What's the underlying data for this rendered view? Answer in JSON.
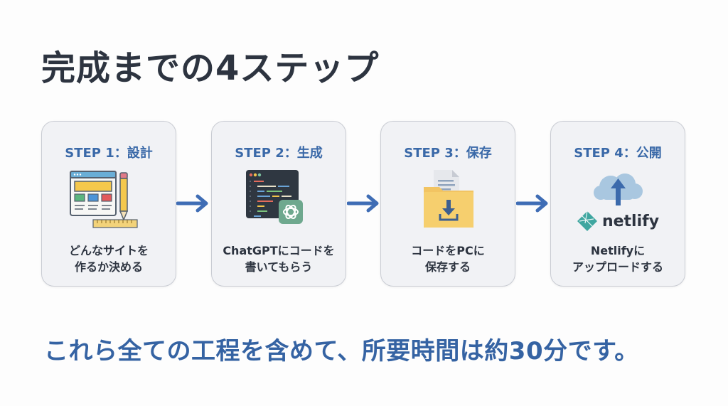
{
  "title": "完成までの4ステップ",
  "steps": [
    {
      "label": "STEP 1：設計",
      "icon": "web-design-icon",
      "desc_line1": "どんなサイトを",
      "desc_line2": "作るか決める"
    },
    {
      "label": "STEP 2：生成",
      "icon": "code-editor-chatgpt-icon",
      "desc_line1": "ChatGPTにコードを",
      "desc_line2": "書いてもらう"
    },
    {
      "label": "STEP 3：保存",
      "icon": "folder-download-icon",
      "desc_line1": "コードをPCに",
      "desc_line2": "保存する"
    },
    {
      "label": "STEP 4：公開",
      "icon": "cloud-upload-netlify-icon",
      "logo_text": "netlify",
      "desc_line1": "Netlifyに",
      "desc_line2": "アップロードする"
    }
  ],
  "summary": "これら全ての工程を含めて、所要時間は約30分です。",
  "colors": {
    "accent": "#3a69a8",
    "arrow": "#3f6db5",
    "text": "#2d3440",
    "card_bg": "#f1f2f5"
  }
}
